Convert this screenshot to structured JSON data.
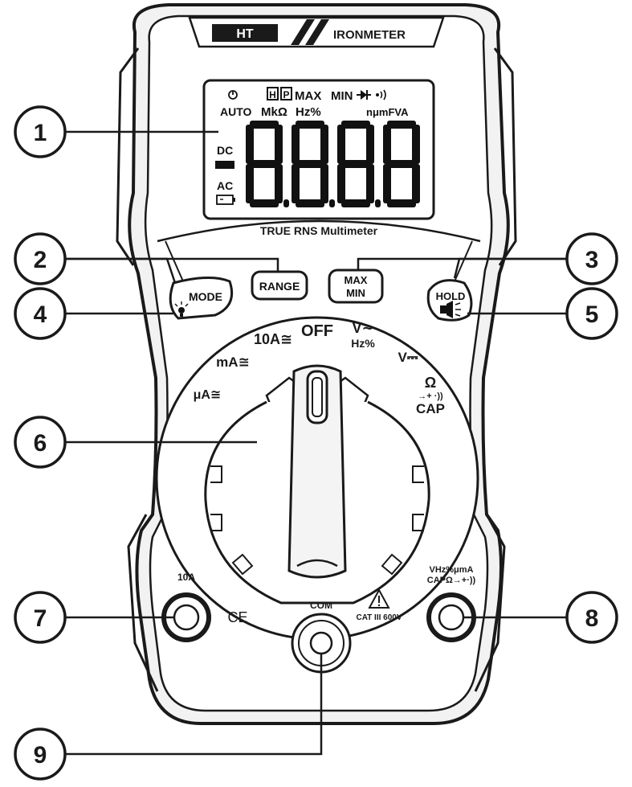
{
  "brand": {
    "logo": "HT",
    "model": "IRONMETER"
  },
  "display": {
    "icons": {
      "auto_power_off": "clock-icon",
      "hold": "H",
      "peak": "P",
      "diode": "diode-icon",
      "buzzer": "buzzer-icon",
      "battery": "battery-icon"
    },
    "labels": {
      "max": "MAX",
      "min": "MIN",
      "auto": "AUTO",
      "prefix_units": "MkΩ",
      "hz_pct": "Hz%",
      "unit_row": "nμmFVA",
      "dc": "DC",
      "minus": "−",
      "ac": "AC"
    },
    "digits": "8.8.8.8",
    "subtitle": "TRUE RNS Multimeter"
  },
  "buttons": {
    "mode": "MODE",
    "range": "RANGE",
    "max_min_line1": "MAX",
    "max_min_line2": "MIN",
    "hold": "HOLD"
  },
  "dial": {
    "off": "OFF",
    "ten_a": "10A≅",
    "ma": "mA≅",
    "ua": "μA≅",
    "v_ac_line1": "V∼",
    "v_ac_line2": "Hz%",
    "v_dc": "V⎓",
    "ohm": "Ω",
    "diode_buzzer": "→+ ·))",
    "cap": "CAP"
  },
  "terminals": {
    "ten_a": "10A",
    "com": "COM",
    "input_line1": "VHz%μmA",
    "input_line2": "CAPΩ→+·))",
    "cat_rating": "CAT III 600V",
    "ce": "CE"
  },
  "callouts": [
    "1",
    "2",
    "3",
    "4",
    "5",
    "6",
    "7",
    "8",
    "9"
  ],
  "colors": {
    "outline": "#1a1a1a",
    "body": "#ffffff",
    "shade": "#e6e6e6"
  }
}
